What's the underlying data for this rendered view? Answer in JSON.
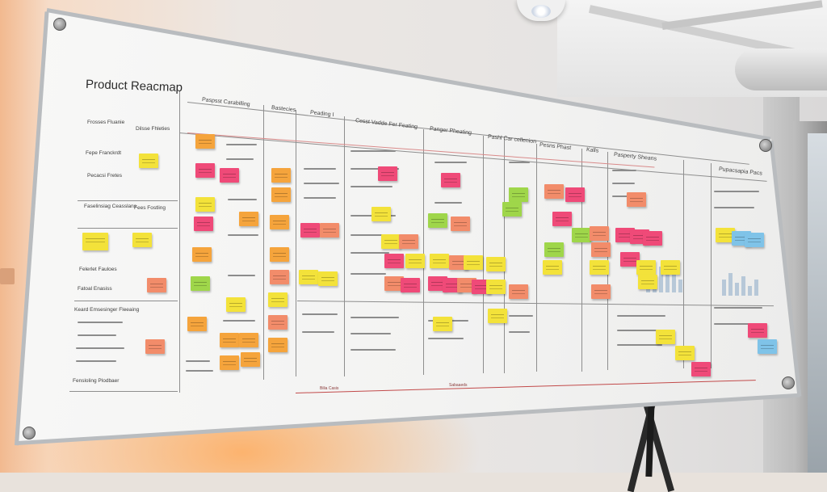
{
  "board": {
    "title": "Product Reacmap",
    "column_headers": [
      "Paspsst Carabilling",
      "Bastecies",
      "Peading I",
      "Cesst Vadde Fer Feating",
      "Panger Pheating",
      "Pashl Car cellenion",
      "Pesns Phast",
      "Kalls",
      "Pasperty Sheans",
      "Pupacsapia Pacs"
    ],
    "left_lanes": [
      "Frosses Fluanie",
      "Dilsse Fhleties",
      "Fepe Franckrdt",
      "Pecacsi Fretes",
      "Faselinsiag Ceasslans",
      "Fees Fostling",
      "Felerlet Fauloes",
      "Fatoal Enasiss",
      "Keard Emsesinger Fleeaing",
      "Fensloling Plodbaer"
    ],
    "timeline_labels": [
      "Bilia Casis",
      "Sabaaeds"
    ]
  },
  "colors": {
    "yellow": "#f3e23a",
    "orange": "#f5a43c",
    "pink": "#ef4a78",
    "salmon": "#f28c6a",
    "green": "#9fd64a",
    "blue": "#7fc3e8",
    "frame": "#b9bcbf"
  },
  "notes": [
    {
      "color": "orange"
    },
    {
      "color": "pink"
    },
    {
      "color": "yellow"
    },
    {
      "color": "pink"
    },
    {
      "color": "yellow"
    },
    {
      "color": "orange"
    },
    {
      "color": "pink"
    },
    {
      "color": "orange"
    },
    {
      "color": "green"
    },
    {
      "color": "yellow"
    },
    {
      "color": "orange"
    },
    {
      "color": "yellow"
    },
    {
      "color": "orange"
    },
    {
      "color": "salmon"
    },
    {
      "color": "orange"
    },
    {
      "color": "pink"
    },
    {
      "color": "pink"
    },
    {
      "color": "yellow"
    },
    {
      "color": "salmon"
    },
    {
      "color": "pink"
    },
    {
      "color": "green"
    },
    {
      "color": "orange"
    },
    {
      "color": "yellow"
    },
    {
      "color": "salmon"
    },
    {
      "color": "pink"
    },
    {
      "color": "green"
    },
    {
      "color": "blue"
    }
  ]
}
